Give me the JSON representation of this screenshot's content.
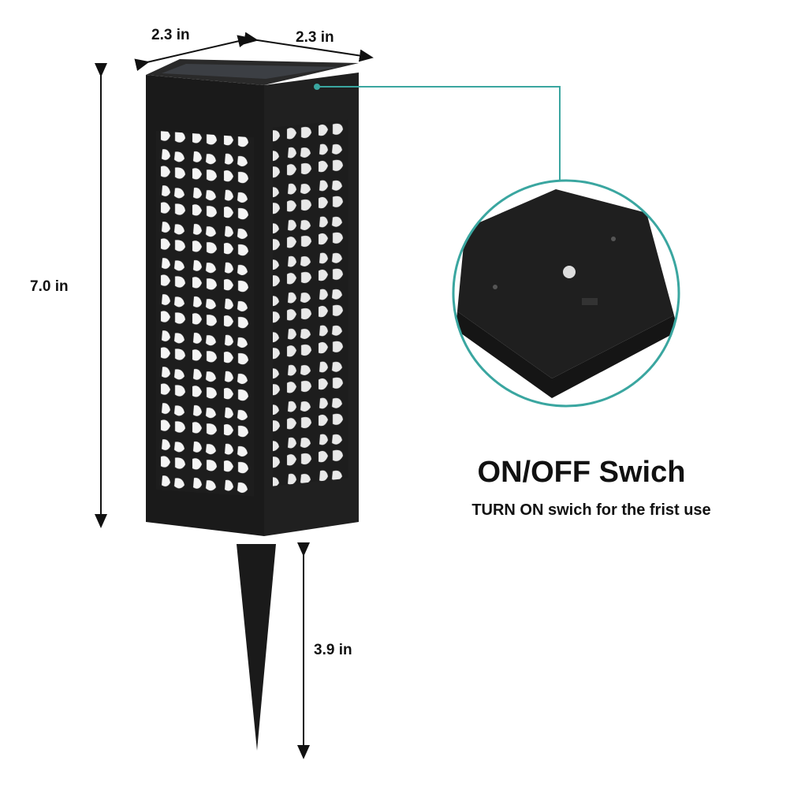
{
  "dimensions": {
    "width_left": "2.3 in",
    "width_right": "2.3 in",
    "height_body": "7.0 in",
    "height_stake": "3.9 in"
  },
  "callout": {
    "title": "ON/OFF Swich",
    "subtitle": "TURN ON swich for the frist use"
  },
  "colors": {
    "accent": "#3aa6a0",
    "lamp": "#1b1b1b"
  }
}
